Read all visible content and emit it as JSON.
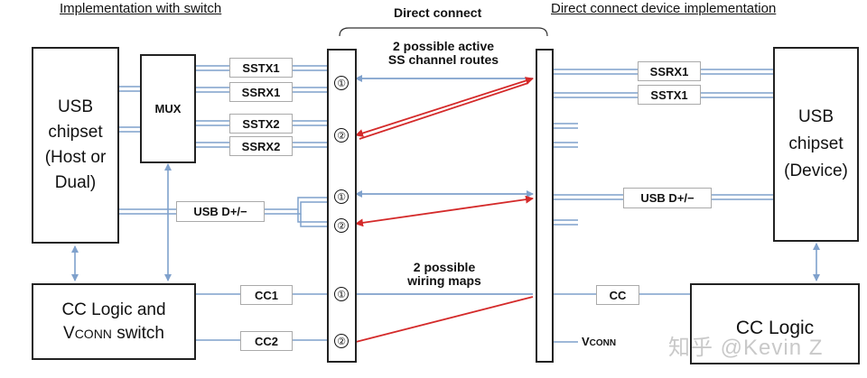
{
  "headers": {
    "left": "Implementation with switch",
    "center": "Direct connect",
    "right": "Direct connect device implementation"
  },
  "blocks": {
    "usb_host": "USB\nchipset\n(Host or\nDual)",
    "mux": "MUX",
    "cc_logic_switch_line1": "CC Logic and",
    "cc_logic_switch_line2_v": "V",
    "cc_logic_switch_line2_conn": "CONN",
    "cc_logic_switch_line2_rest": " switch",
    "usb_device": "USB\nchipset\n(Device)",
    "cc_logic": "CC Logic"
  },
  "signal_labels": {
    "sstx1": "SSTX1",
    "ssrx1": "SSRX1",
    "sstx2": "SSTX2",
    "ssrx2": "SSRX2",
    "usb_dpm_left": "USB D+/−",
    "cc1": "CC1",
    "cc2": "CC2",
    "dev_ssrx1": "SSRX1",
    "dev_sstx1": "SSTX1",
    "usb_dpm_right": "USB D+/−",
    "dev_cc": "CC"
  },
  "notes": {
    "routes": "2 possible active\nSS channel routes",
    "wiring": "2 possible\nwiring maps"
  },
  "vconn": {
    "v": "V",
    "rest": "CONN"
  },
  "pins": {
    "p1_ss": "①",
    "p2_ss": "②",
    "p1_usb": "①",
    "p2_usb": "②",
    "p1_cc": "①",
    "p2_cc": "②"
  },
  "watermark": "知乎 @Kevin Z",
  "colors": {
    "blue_line": "#7fa1cc",
    "red_line": "#d42a2a",
    "border": "#222222"
  }
}
